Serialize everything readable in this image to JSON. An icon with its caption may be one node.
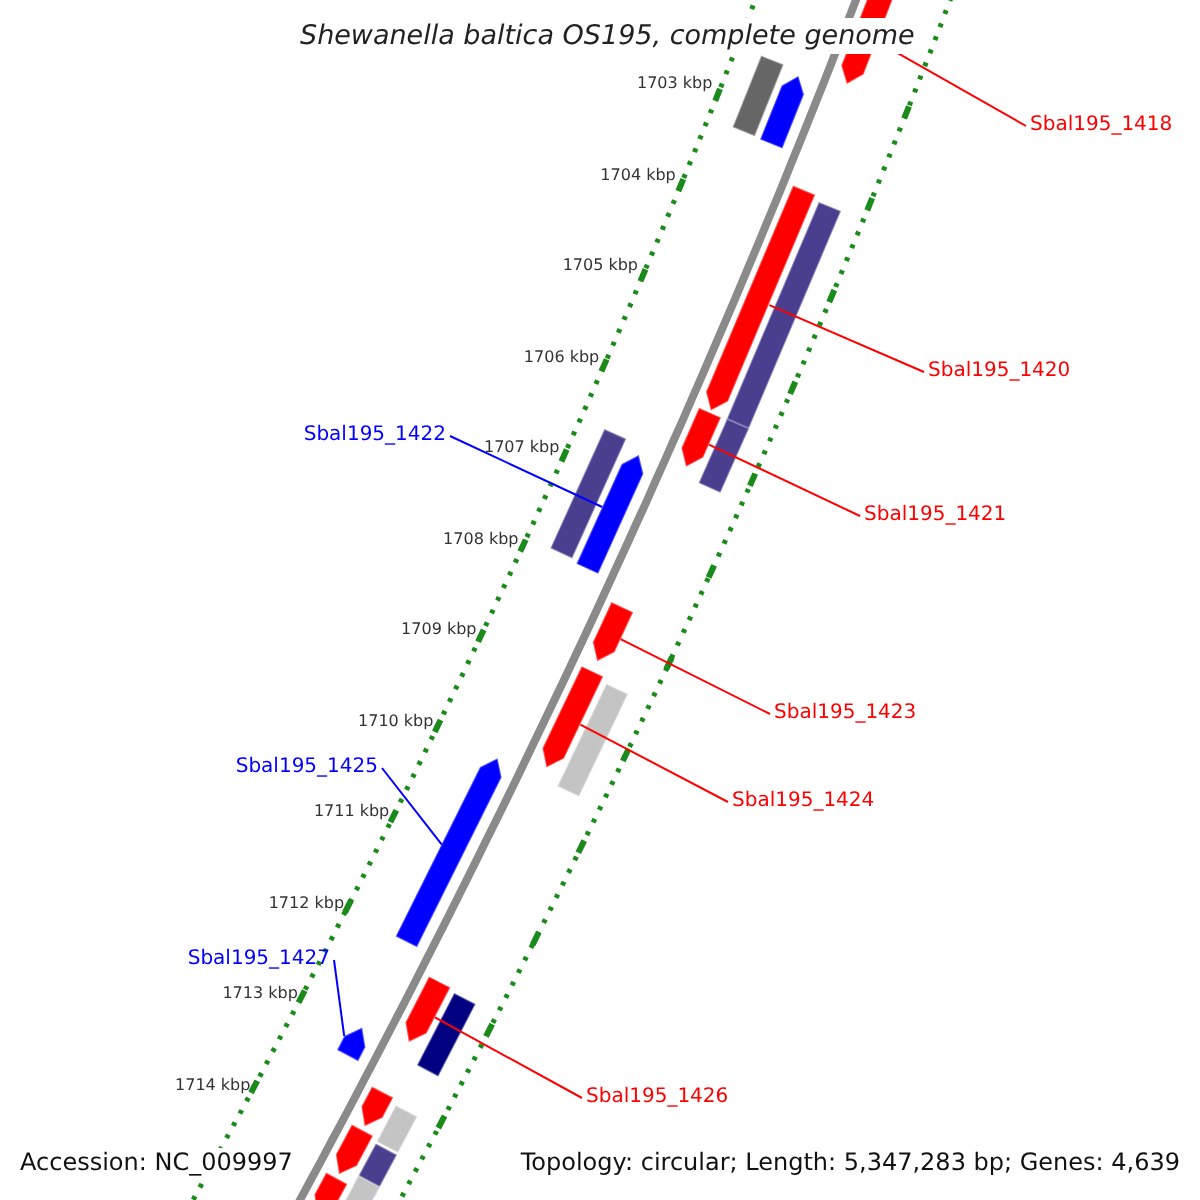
{
  "diagram": {
    "title": "Shewanella baltica OS195, complete genome",
    "nodes": [
      {
        "text": [
          "Sbal195_1418"
        ]
      },
      {
        "text": [
          "Sbal195_1420"
        ]
      },
      {
        "text": [
          "Sbal195_1422"
        ]
      },
      {
        "text": [
          "Sbal195_1421"
        ]
      },
      {
        "text": [
          "Sbal195_1423"
        ]
      },
      {
        "text": [
          "Sbal195_1425"
        ]
      },
      {
        "text": [
          "Sbal195_1424"
        ]
      },
      {
        "text": [
          "Sbal195_1427"
        ]
      },
      {
        "text": [
          "Sbal195_1426"
        ]
      },
      {
        "text": [],
        "shape": "arrow"
      },
      {
        "text": [],
        "shape": "bar"
      },
      {
        "text": [],
        "shape": "arrow"
      },
      {
        "text": [],
        "shape": "arrow"
      },
      {
        "text": [],
        "shape": "bar"
      },
      {
        "text": [],
        "shape": "arrow"
      },
      {
        "text": [],
        "shape": "bar"
      },
      {
        "text": [],
        "shape": "bar"
      },
      {
        "text": [],
        "shape": "arrow"
      },
      {
        "text": [],
        "shape": "arrow"
      },
      {
        "text": [],
        "shape": "arrow"
      },
      {
        "text": [],
        "shape": "bar"
      },
      {
        "text": [],
        "shape": "arrow"
      },
      {
        "text": [],
        "shape": "arrow"
      },
      {
        "text": [],
        "shape": "bar"
      },
      {
        "text": [],
        "shape": "arrow"
      },
      {
        "text": [],
        "shape": "arrow"
      },
      {
        "text": [],
        "shape": "bar"
      },
      {
        "text": [],
        "shape": "arrow"
      },
      {
        "text": [],
        "shape": "bar"
      },
      {
        "text": [],
        "shape": "arrow"
      },
      {
        "text": [],
        "shape": "bar"
      }
    ],
    "edges": [
      {
        "from": 0,
        "to": 9,
        "arrow": "none"
      },
      {
        "from": 1,
        "to": 12,
        "arrow": "none"
      },
      {
        "from": 2,
        "to": 17,
        "arrow": "none",
        "color": "#0000ff"
      },
      {
        "from": 3,
        "to": 14,
        "arrow": "none"
      },
      {
        "from": 4,
        "to": 18,
        "arrow": "none"
      },
      {
        "from": 5,
        "to": 21,
        "arrow": "none",
        "color": "#0000ff"
      },
      {
        "from": 6,
        "to": 19,
        "arrow": "none"
      },
      {
        "from": 7,
        "to": 24,
        "arrow": "none",
        "color": "#0000ff"
      },
      {
        "from": 8,
        "to": 22,
        "arrow": "none"
      }
    ],
    "labels": [
      "1703 kbp",
      "1704 kbp",
      "1705 kbp",
      "1706 kbp",
      "1707 kbp",
      "1708 kbp",
      "1709 kbp",
      "1710 kbp",
      "1711 kbp",
      "1712 kbp",
      "1713 kbp",
      "1714 kbp",
      "Accession: NC_009997",
      "Topology: circular; Length: 5,347,283 bp; Genes: 4,639"
    ]
  }
}
